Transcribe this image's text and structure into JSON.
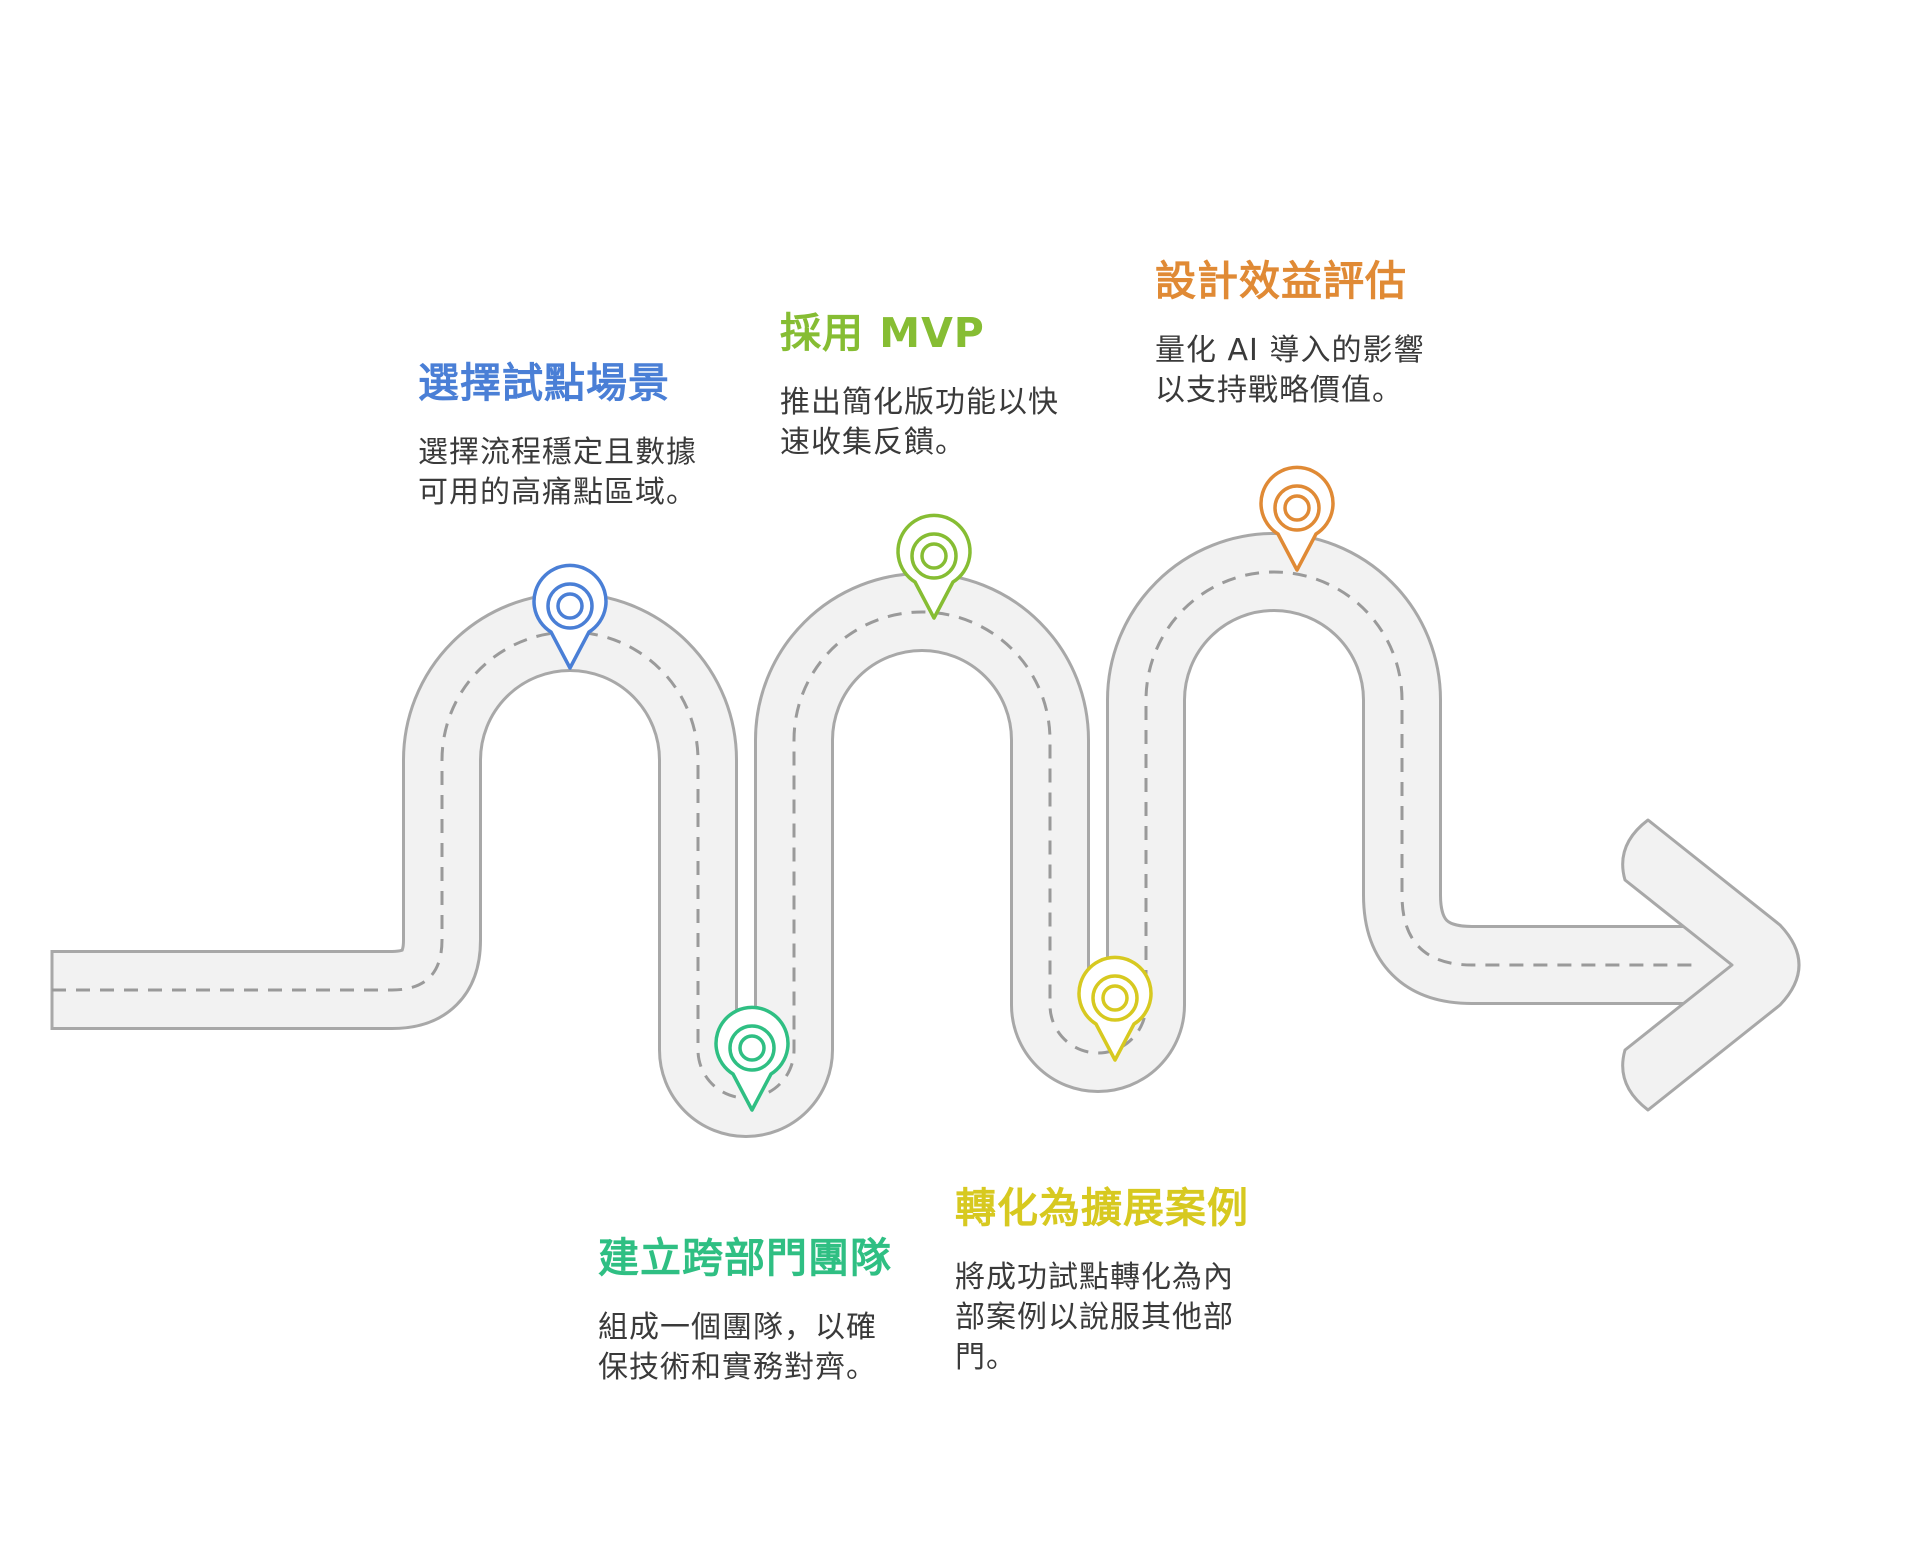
{
  "colors": {
    "road_fill": "#f2f2f2",
    "road_edge": "#a8a8a8",
    "dash": "#9a9a9a",
    "step1": "#4a7fd6",
    "step2": "#2fbf83",
    "step3": "#86bd33",
    "step4": "#d7c920",
    "step5": "#e08a35"
  },
  "steps": [
    {
      "title": "選擇試點場景",
      "desc": "選擇流程穩定且數據可用的高痛點區域。",
      "color": "#4a7fd6",
      "icon": "location-pin-icon"
    },
    {
      "title": "建立跨部門團隊",
      "desc": "組成一個團隊，以確保技術和實務對齊。",
      "color": "#2fbf83",
      "icon": "location-pin-icon"
    },
    {
      "title": "採用 MVP",
      "desc": "推出簡化版功能以快速收集反饋。",
      "color": "#86bd33",
      "icon": "location-pin-icon"
    },
    {
      "title": "轉化為擴展案例",
      "desc": "將成功試點轉化為內部案例以說服其他部門。",
      "color": "#d7c920",
      "icon": "location-pin-icon"
    },
    {
      "title": "設計效益評估",
      "desc": "量化 AI 導入的影響以支持戰略價值。",
      "color": "#e08a35",
      "icon": "location-pin-icon"
    }
  ]
}
